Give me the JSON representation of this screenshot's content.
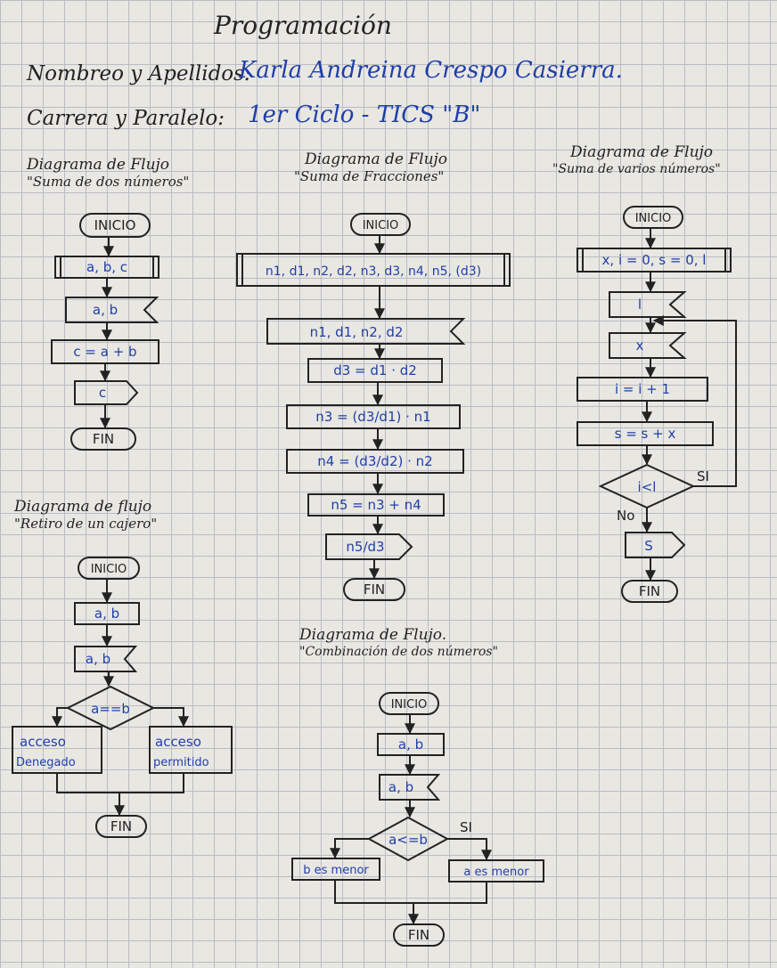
{
  "header": {
    "title": "Programación",
    "name_label": "Nombreo y Apellidos:",
    "name_value": "Karla Andreina Crespo Casierra.",
    "career_label": "Carrera y Paralelo:",
    "career_value": "1er Ciclo - TICS \"B\""
  },
  "diagrams": {
    "suma_dos": {
      "title_1": "Diagrama de Flujo",
      "title_2": "\"Suma de dos números\"",
      "start": "INICIO",
      "declare": "a, b, c",
      "input": "a, b",
      "process": "c = a + b",
      "output": "c",
      "end": "FIN"
    },
    "fracciones": {
      "title_1": "Diagrama de Flujo",
      "title_2": "\"Suma de Fracciones\"",
      "start": "INICIO",
      "declare": "n1, d1, n2, d2, n3, d3, n4, n5, (d3)",
      "input": "n1, d1, n2, d2",
      "p1": "d3 = d1 · d2",
      "p2": "n3 = (d3/d1) · n1",
      "p3": "n4 = (d3/d2) · n2",
      "p4": "n5 = n3 + n4",
      "output": "n5/d3",
      "end": "FIN"
    },
    "varios": {
      "title_1": "Diagrama de Flujo",
      "title_2": "\"Suma de varios números\"",
      "start": "INICIO",
      "declare": "x, i = 0, s = 0, l",
      "input_l": "l",
      "input_x": "x",
      "p1": "i = i + 1",
      "p2": "s = s + x",
      "decision": "i<l",
      "yes": "SI",
      "no": "No",
      "output": "S",
      "end": "FIN"
    },
    "cajero": {
      "title_1": "Diagrama de flujo",
      "title_2": "\"Retiro de un cajero\"",
      "start": "INICIO",
      "declare": "a, b",
      "input": "a, b",
      "decision": "a==b",
      "left_1": "acceso",
      "left_2": "Denegado",
      "right_1": "acceso",
      "right_2": "permitido",
      "end": "FIN"
    },
    "combinacion": {
      "title_1": "Diagrama de Flujo.",
      "title_2": "\"Combinación de dos números\"",
      "start": "INICIO",
      "declare": "a, b",
      "input": "a, b",
      "decision": "a<=b",
      "yes": "SI",
      "left": "b es menor",
      "right": "a es menor",
      "end": "FIN"
    }
  }
}
